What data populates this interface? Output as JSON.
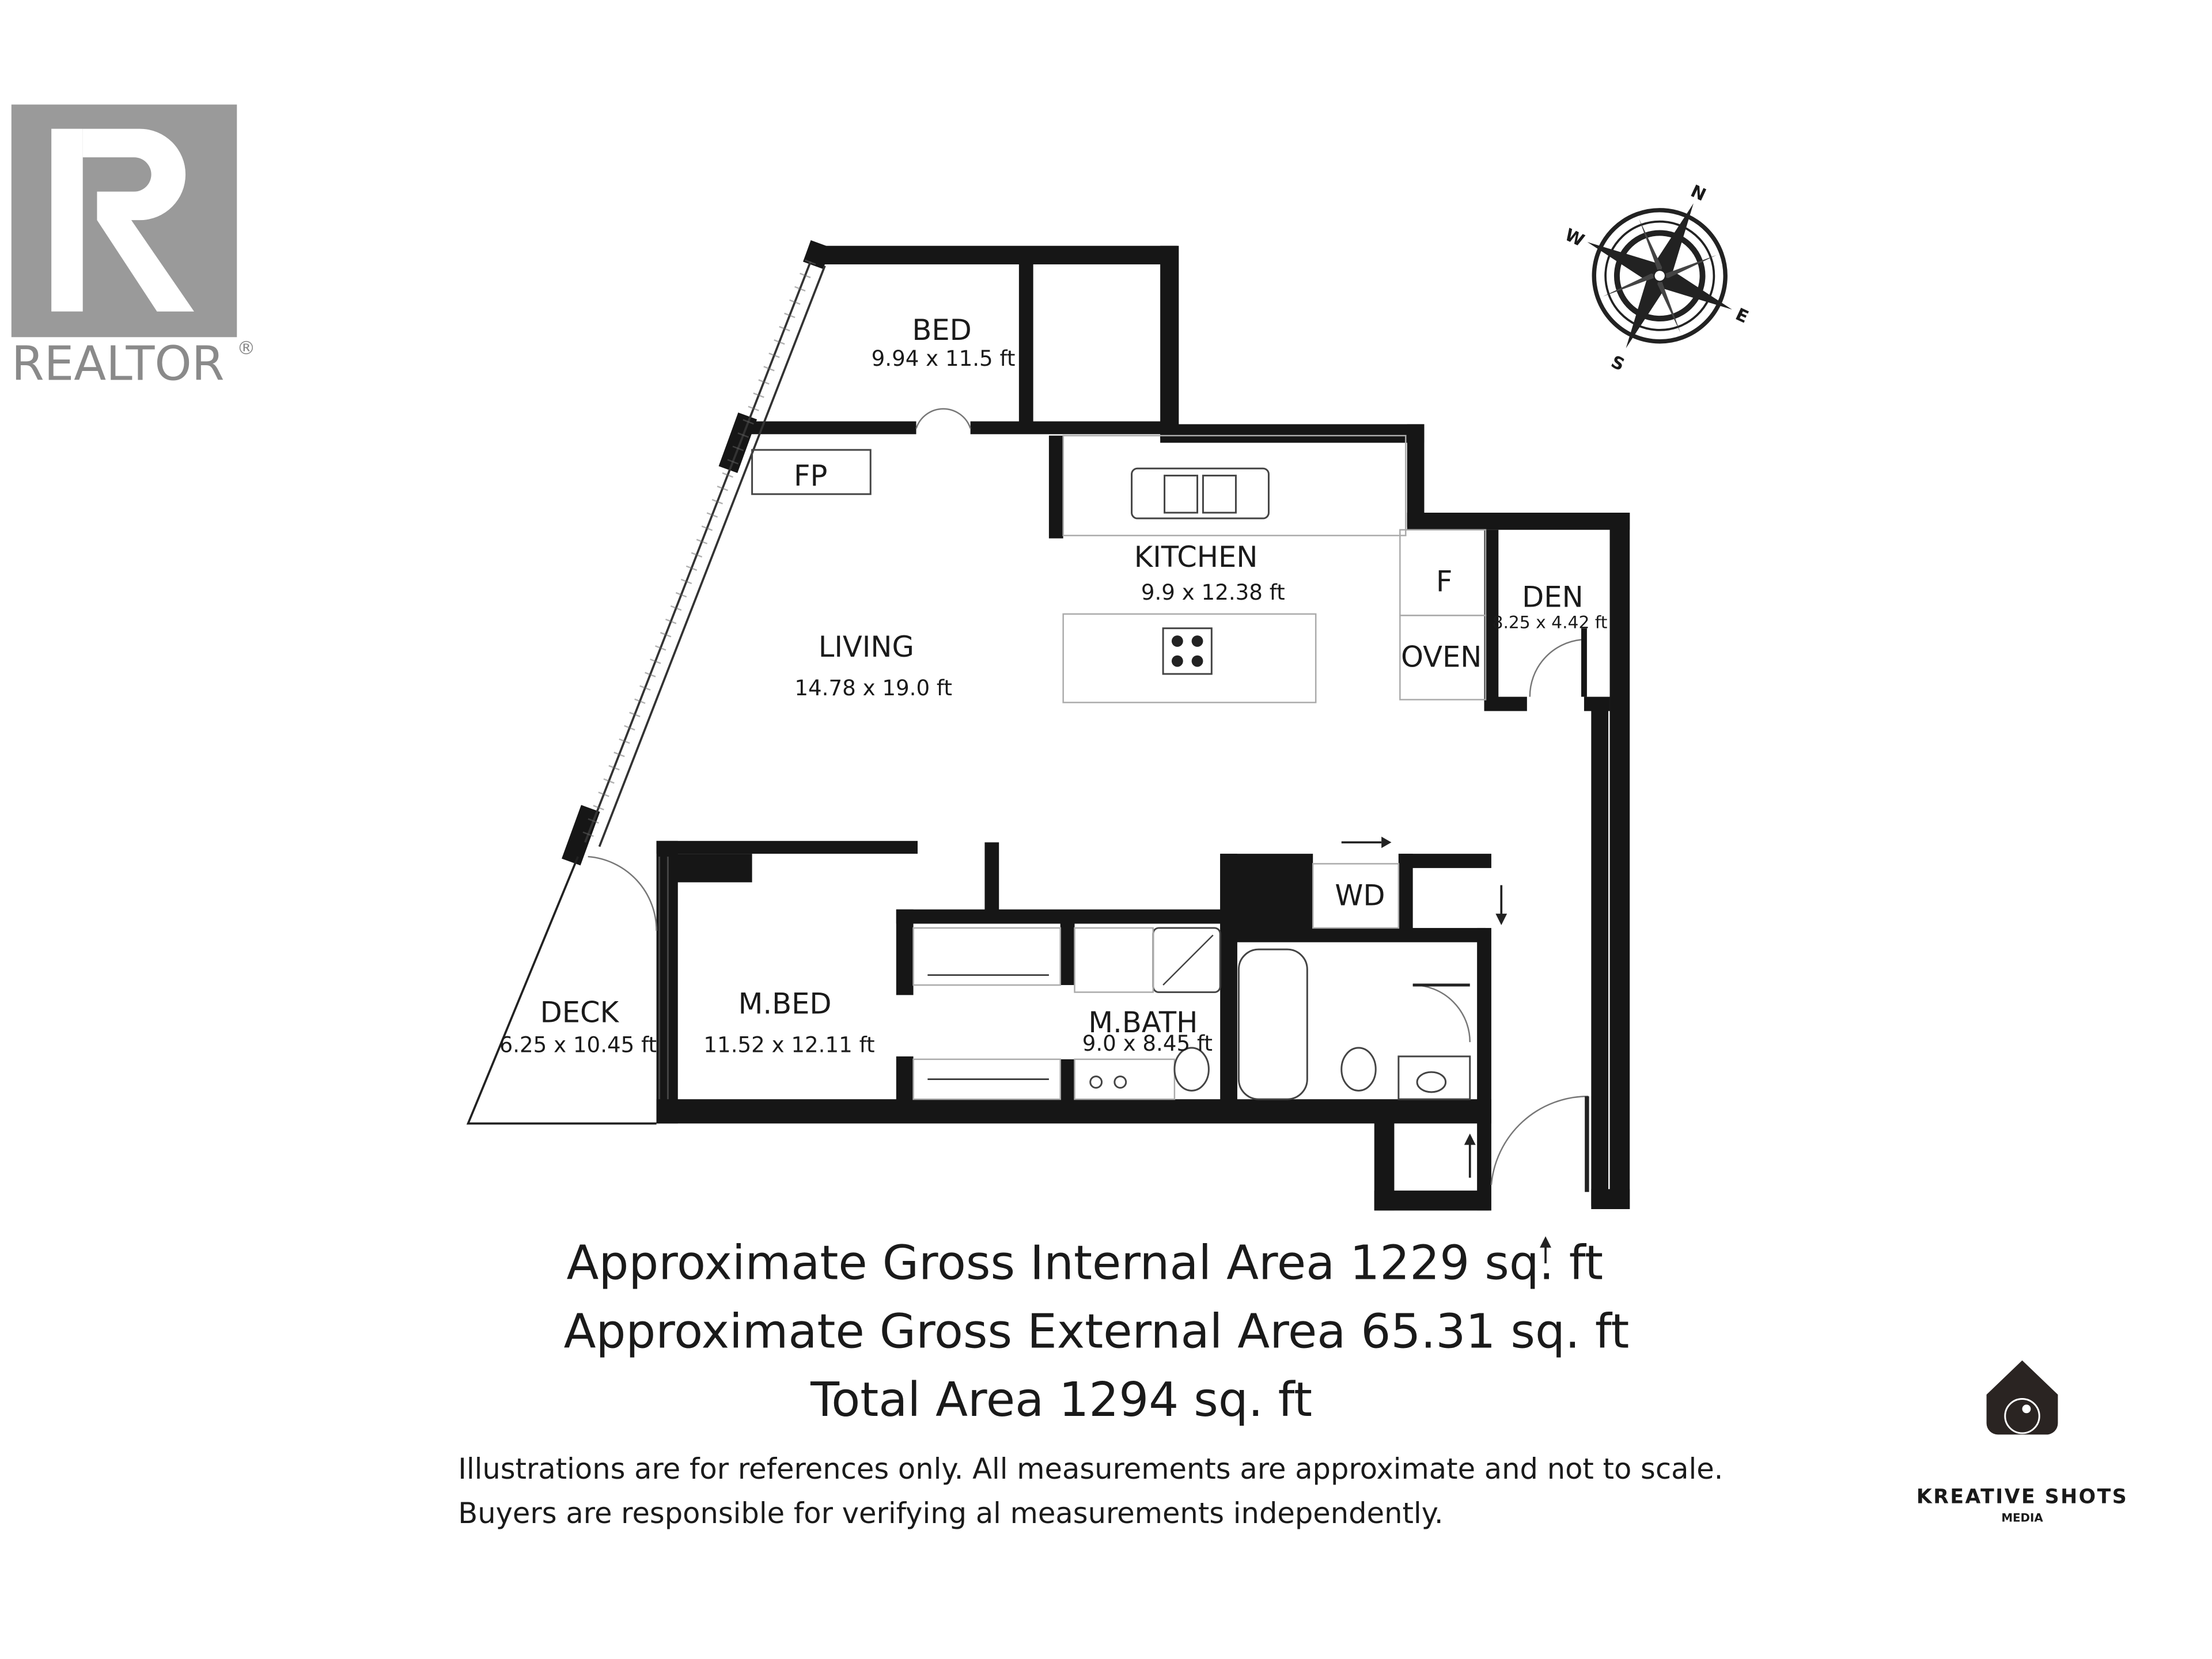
{
  "branding": {
    "realtor_logo_text": "REALTOR",
    "realtor_mark": "®",
    "photographer_logo": "KREATIVE SHOTS",
    "photographer_sub": "MEDIA"
  },
  "compass": {
    "n": "N",
    "e": "E",
    "s": "S",
    "w": "W"
  },
  "rooms": {
    "bed": {
      "name": "BED",
      "size": "9.94 x 11.5 ft"
    },
    "fp": {
      "name": "FP"
    },
    "kitchen": {
      "name": "KITCHEN",
      "size": "9.9 x 12.38 ft"
    },
    "living": {
      "name": "LIVING",
      "size": "14.78 x 19.0 ft"
    },
    "fridge": {
      "name": "F"
    },
    "oven": {
      "name": "OVEN"
    },
    "den": {
      "name": "DEN",
      "size": "8.25 x 4.42 ft"
    },
    "wd": {
      "name": "WD"
    },
    "deck": {
      "name": "DECK",
      "size": "6.25 x 10.45 ft"
    },
    "mbed": {
      "name": "M.BED",
      "size": "11.52 x 12.11 ft"
    },
    "mbath": {
      "name": "M.BATH",
      "size": "9.0 x 8.45 ft"
    }
  },
  "areas": {
    "internal": "Approximate Gross Internal Area 1229 sq. ft",
    "external": "Approximate Gross External Area 65.31  sq. ft",
    "total": "Total Area 1294 sq. ft"
  },
  "disclaimer": {
    "line1": "Illustrations are for references only. All measurements are approximate and not to scale.",
    "line2": " Buyers are responsible for verifying al measurements independently."
  }
}
